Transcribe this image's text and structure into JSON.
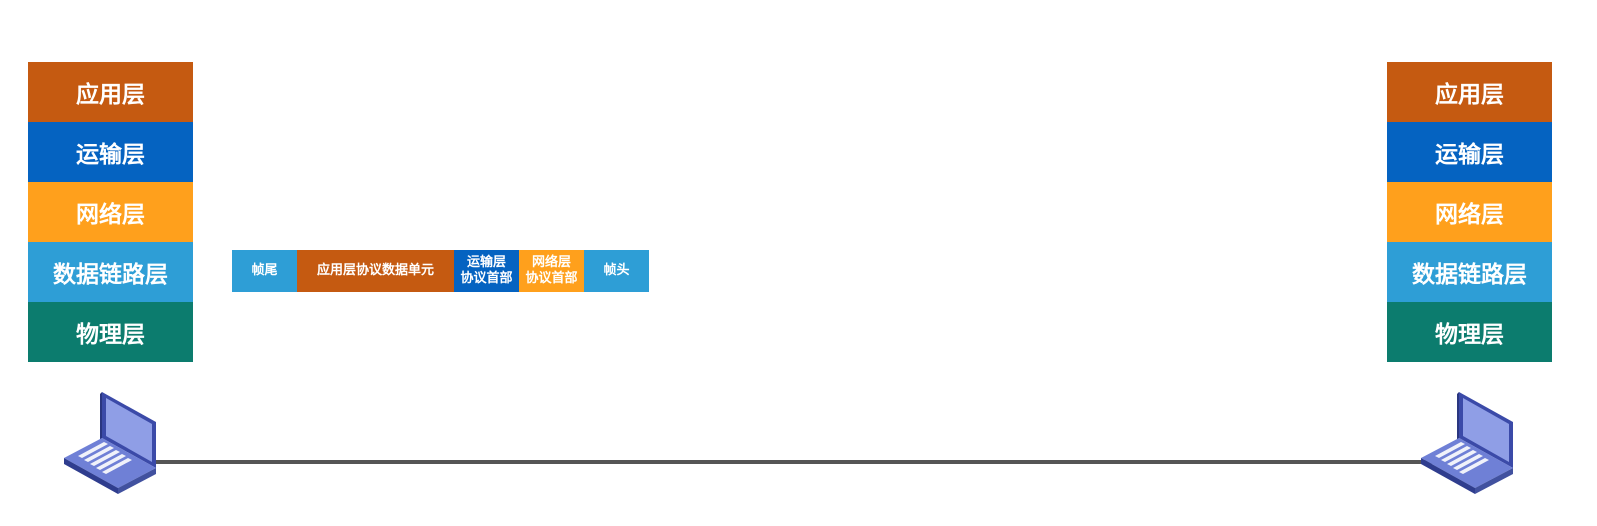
{
  "left_stack": {
    "layers": [
      {
        "label": "应用层",
        "color": "#C55A11"
      },
      {
        "label": "运输层",
        "color": "#0563C1"
      },
      {
        "label": "网络层",
        "color": "#FFA01C"
      },
      {
        "label": "数据链路层",
        "color": "#2E9ED6"
      },
      {
        "label": "物理层",
        "color": "#0C7C6E"
      }
    ]
  },
  "right_stack": {
    "layers": [
      {
        "label": "应用层",
        "color": "#C55A11"
      },
      {
        "label": "运输层",
        "color": "#0563C1"
      },
      {
        "label": "网络层",
        "color": "#FFA01C"
      },
      {
        "label": "数据链路层",
        "color": "#2E9ED6"
      },
      {
        "label": "物理层",
        "color": "#0C7C6E"
      }
    ]
  },
  "frame": {
    "segments": [
      {
        "line1": "帧尾",
        "line2": "",
        "color": "#2E9ED6"
      },
      {
        "line1": "应用层协议数据单元",
        "line2": "",
        "color": "#C55A11"
      },
      {
        "line1": "运输层",
        "line2": "协议首部",
        "color": "#0563C1"
      },
      {
        "line1": "网络层",
        "line2": "协议首部",
        "color": "#FFA01C"
      },
      {
        "line1": "帧头",
        "line2": "",
        "color": "#2E9ED6"
      }
    ]
  },
  "devices": {
    "left": "laptop-icon",
    "right": "laptop-icon"
  },
  "link_color": "#555555"
}
